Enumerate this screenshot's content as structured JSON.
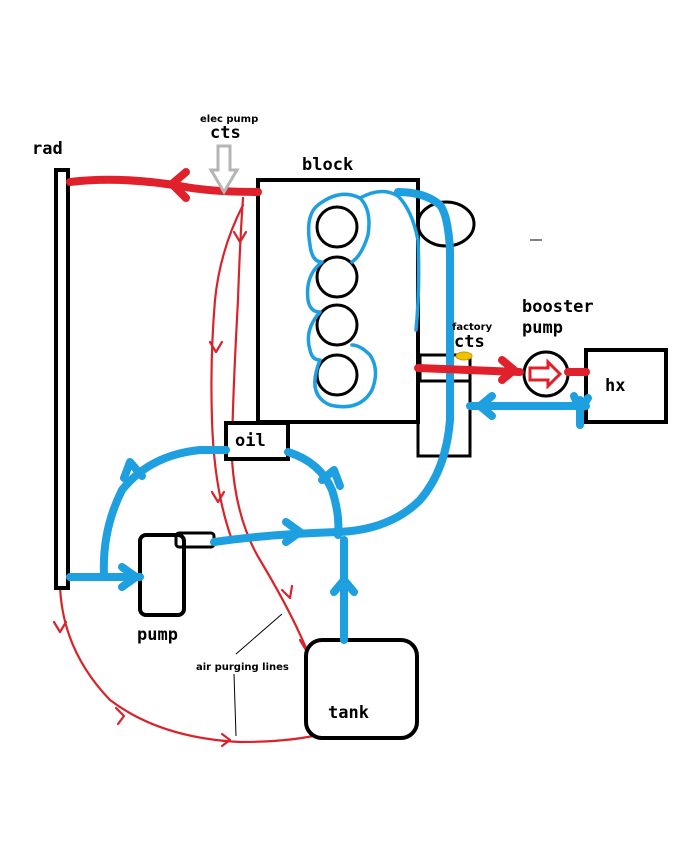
{
  "labels": {
    "rad": "rad",
    "elec_pump": "elec pump",
    "elec_cts": "cts",
    "block": "block",
    "factory": "factory",
    "factory_cts": "cts",
    "booster": "booster",
    "booster_pump": "pump",
    "hx": "hx",
    "oil": "oil",
    "pump": "pump",
    "air_purging_lines": "air purging lines",
    "tank": "tank"
  },
  "colors": {
    "coolant_cold": "#1e9fe0",
    "coolant_hot": "#e0202a",
    "air_purge": "#d9232a",
    "sensor_elec": "#b5b5b5",
    "sensor_factory": "#f2c200",
    "outline": "#000000"
  }
}
